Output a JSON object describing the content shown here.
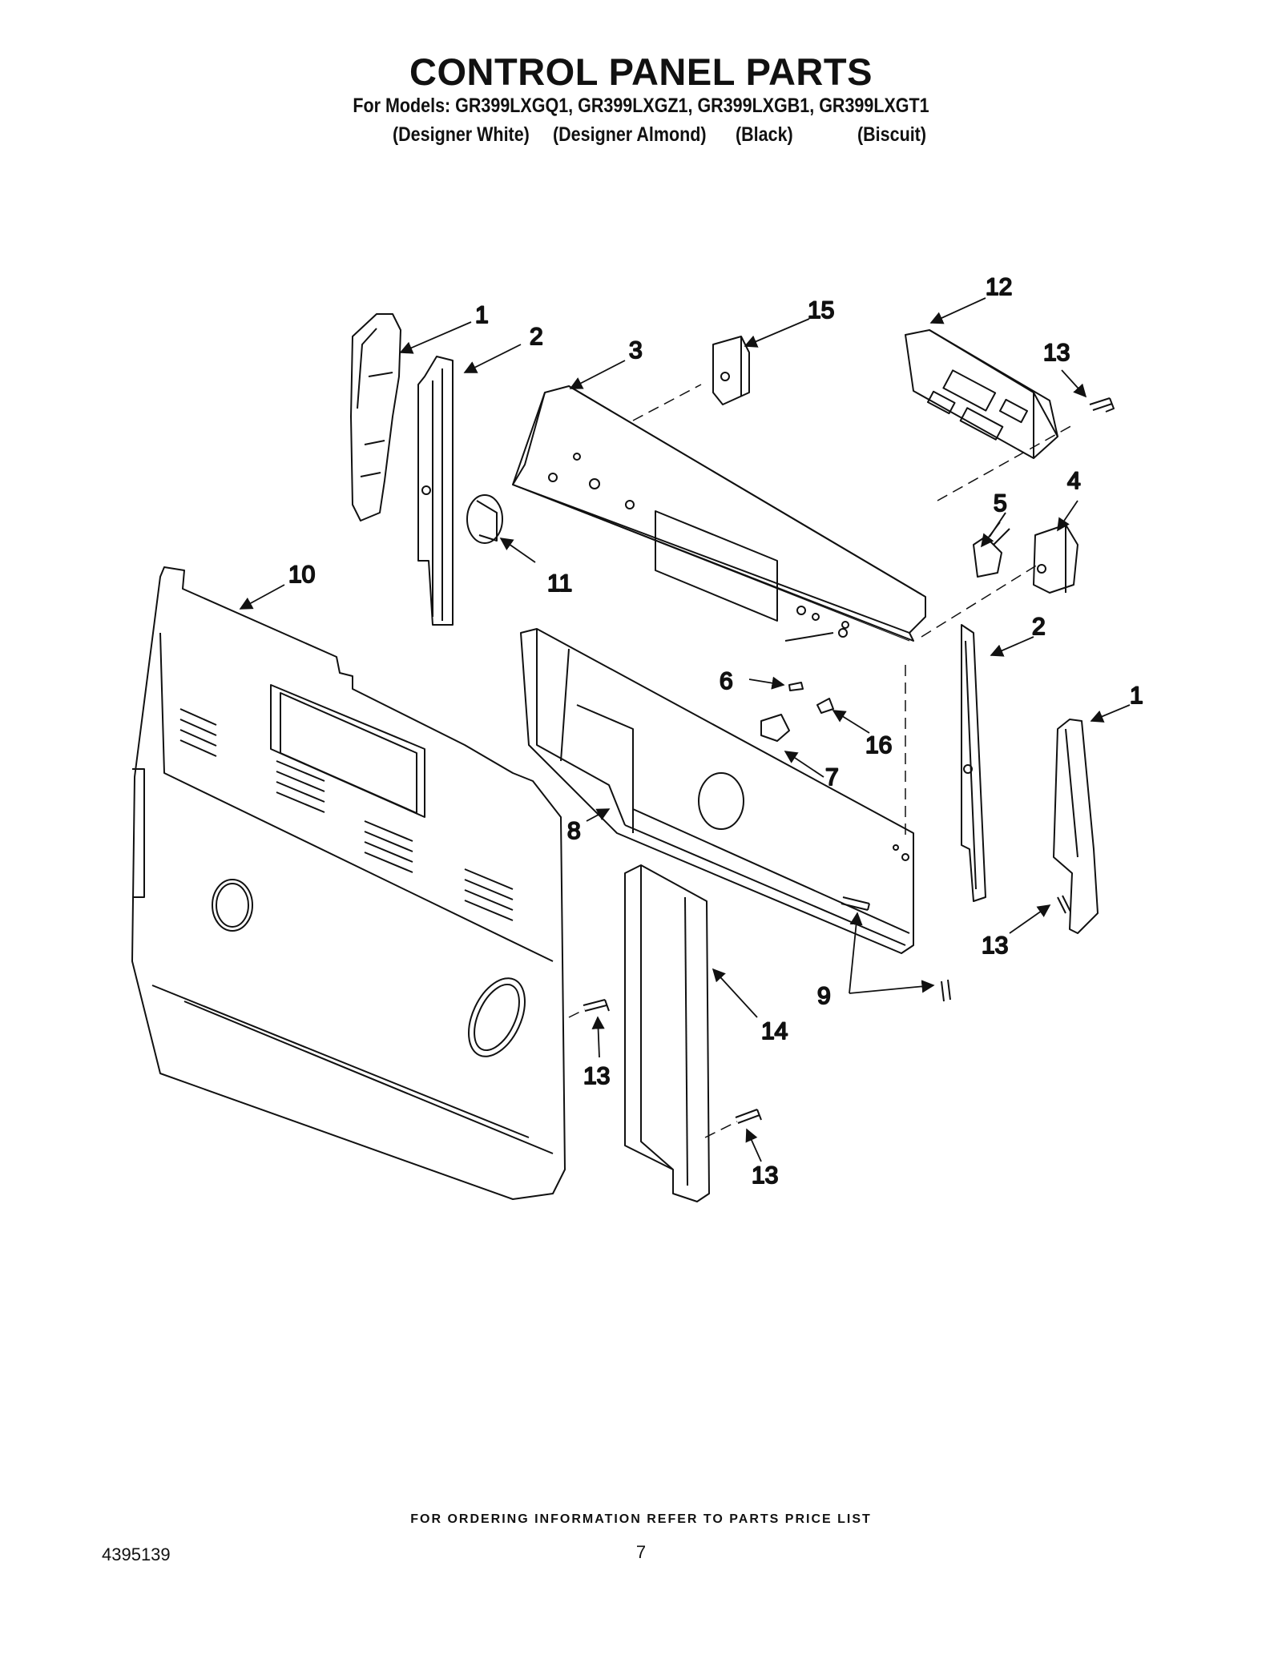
{
  "header": {
    "title": "CONTROL PANEL PARTS",
    "models": "For Models: GR399LXGQ1, GR399LXGZ1, GR399LXGB1, GR399LXGT1",
    "variants": [
      "(Designer White)",
      "(Designer Almond)",
      "(Black)",
      "(Biscuit)"
    ]
  },
  "callouts": {
    "c1a": "1",
    "c2a": "2",
    "c3": "3",
    "c15": "15",
    "c12": "12",
    "c13a": "13",
    "c4": "4",
    "c5": "5",
    "c11": "11",
    "c10": "10",
    "c2b": "2",
    "c6": "6",
    "c1b": "1",
    "c16": "16",
    "c7": "7",
    "c8": "8",
    "c13b": "13",
    "c9": "9",
    "c14": "14",
    "c13c": "13",
    "c13d": "13"
  },
  "footer": {
    "ordering_note": "FOR ORDERING INFORMATION REFER TO PARTS PRICE LIST",
    "doc_number": "4395139",
    "page_number": "7"
  },
  "colors": {
    "line": "#111111",
    "background": "#ffffff"
  }
}
